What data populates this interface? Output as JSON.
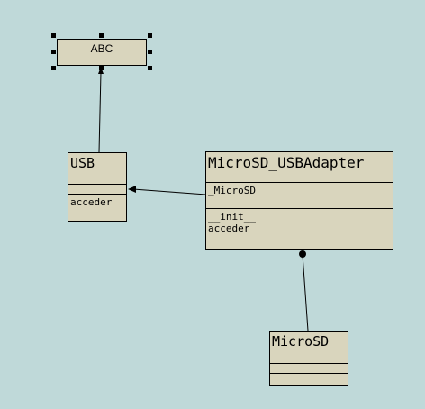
{
  "diagram": {
    "background": "#bfd9d9",
    "class_fill": "#d9d5bd",
    "note": {
      "label": "ABC",
      "selected": true
    },
    "classes": {
      "usb": {
        "name": "USB",
        "attributes": [],
        "operations": [
          "acceder"
        ]
      },
      "adapter": {
        "name": "MicroSD_USBAdapter",
        "attributes": [
          "_MicroSD"
        ],
        "operations": [
          "__init__",
          "acceder"
        ]
      },
      "microsd": {
        "name": "MicroSD",
        "attributes": [],
        "operations": []
      }
    },
    "relations": [
      {
        "from": "USB",
        "to": "ABC",
        "type": "inheritance"
      },
      {
        "from": "MicroSD_USBAdapter",
        "to": "USB",
        "type": "association"
      },
      {
        "from": "MicroSD",
        "to": "MicroSD_USBAdapter",
        "type": "composition"
      }
    ]
  }
}
